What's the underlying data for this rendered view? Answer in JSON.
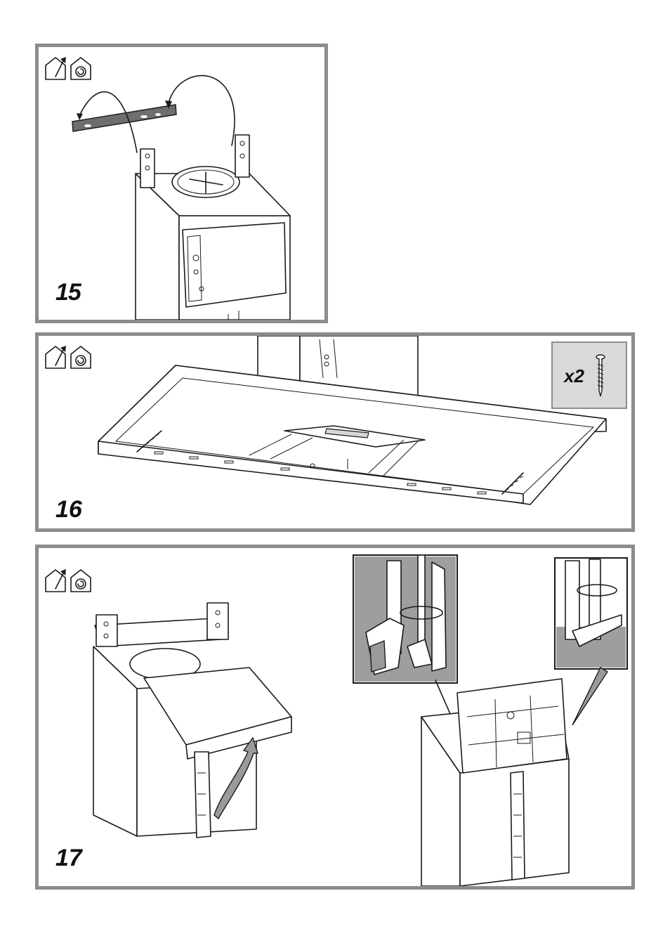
{
  "steps": [
    {
      "number": "15"
    },
    {
      "number": "16",
      "quantity": "x2"
    },
    {
      "number": "17"
    }
  ],
  "icons": [
    "ducted-house-icon",
    "recirculation-house-icon"
  ],
  "colors": {
    "frame": "#8c8c8c",
    "quantity_box": "#d9d9d9"
  }
}
